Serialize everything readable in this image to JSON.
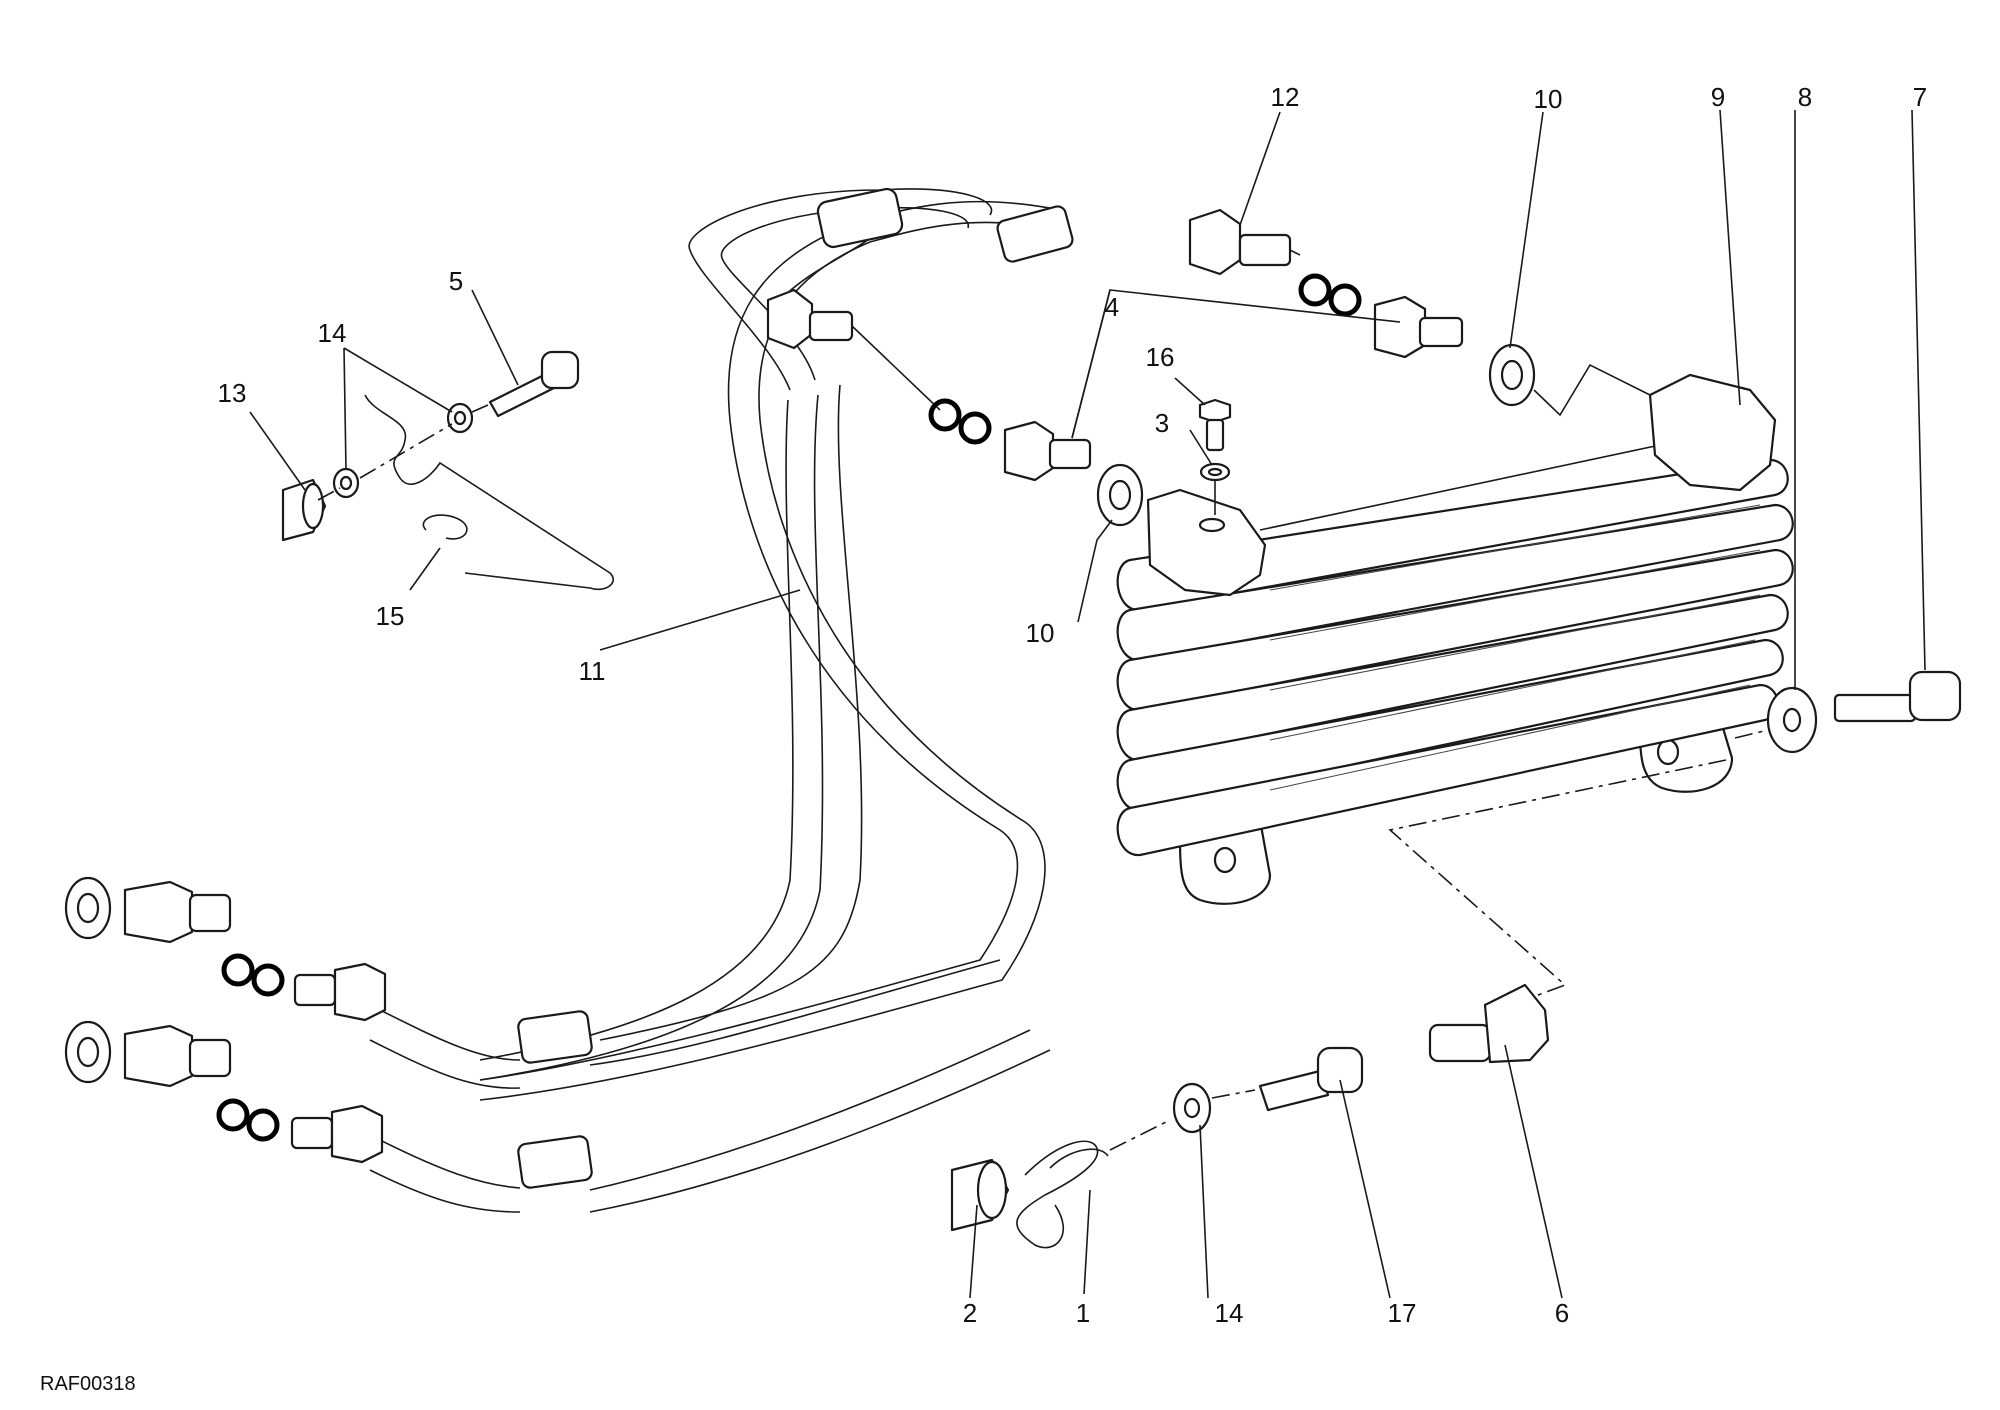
{
  "drawing": {
    "document_code": "RAF00318",
    "callouts": [
      {
        "id": "c1",
        "label": "1"
      },
      {
        "id": "c2",
        "label": "2"
      },
      {
        "id": "c3",
        "label": "3"
      },
      {
        "id": "c4",
        "label": "4"
      },
      {
        "id": "c5",
        "label": "5"
      },
      {
        "id": "c6",
        "label": "6"
      },
      {
        "id": "c7",
        "label": "7"
      },
      {
        "id": "c8",
        "label": "8"
      },
      {
        "id": "c9",
        "label": "9"
      },
      {
        "id": "c10a",
        "label": "10"
      },
      {
        "id": "c10b",
        "label": "10"
      },
      {
        "id": "c11",
        "label": "11"
      },
      {
        "id": "c12",
        "label": "12"
      },
      {
        "id": "c13",
        "label": "13"
      },
      {
        "id": "c14a",
        "label": "14"
      },
      {
        "id": "c14b",
        "label": "14"
      },
      {
        "id": "c15",
        "label": "15"
      },
      {
        "id": "c16",
        "label": "16"
      },
      {
        "id": "c17",
        "label": "17"
      }
    ]
  }
}
